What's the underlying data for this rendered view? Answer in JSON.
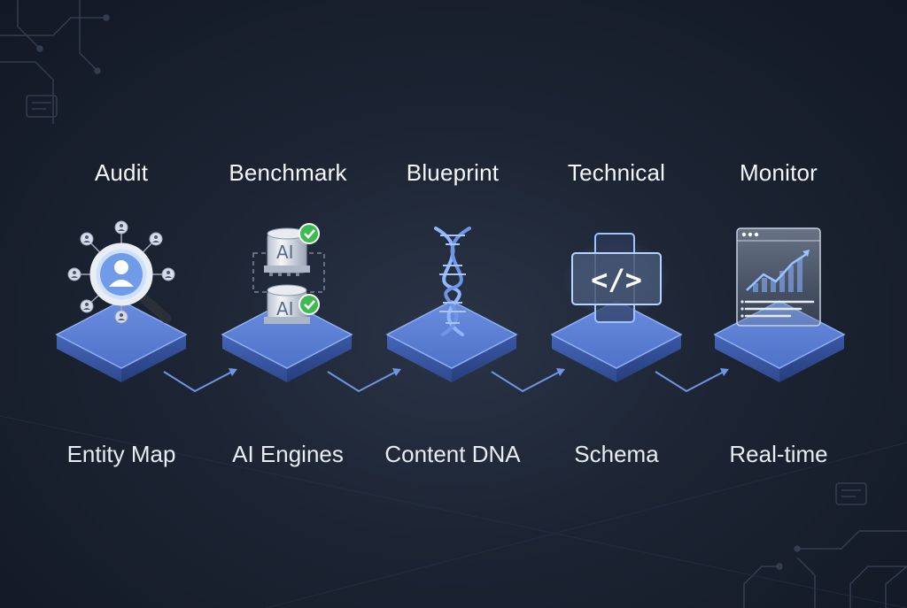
{
  "steps": [
    {
      "title": "Audit",
      "subtitle": "Entity Map",
      "icon": "magnifier-entity-icon"
    },
    {
      "title": "Benchmark",
      "subtitle": "AI Engines",
      "icon": "ai-engines-icon",
      "chip_label": "AI"
    },
    {
      "title": "Blueprint",
      "subtitle": "Content DNA",
      "icon": "dna-helix-icon"
    },
    {
      "title": "Technical",
      "subtitle": "Schema",
      "icon": "code-schema-icon",
      "code_label": "</>"
    },
    {
      "title": "Monitor",
      "subtitle": "Real-time",
      "icon": "chart-window-icon"
    }
  ],
  "colors": {
    "background": "#1c2433",
    "platform_top": "#5b7fd6",
    "platform_side": "#3a5cb0",
    "connector": "#6f95e6",
    "check": "#3dbb4f"
  }
}
